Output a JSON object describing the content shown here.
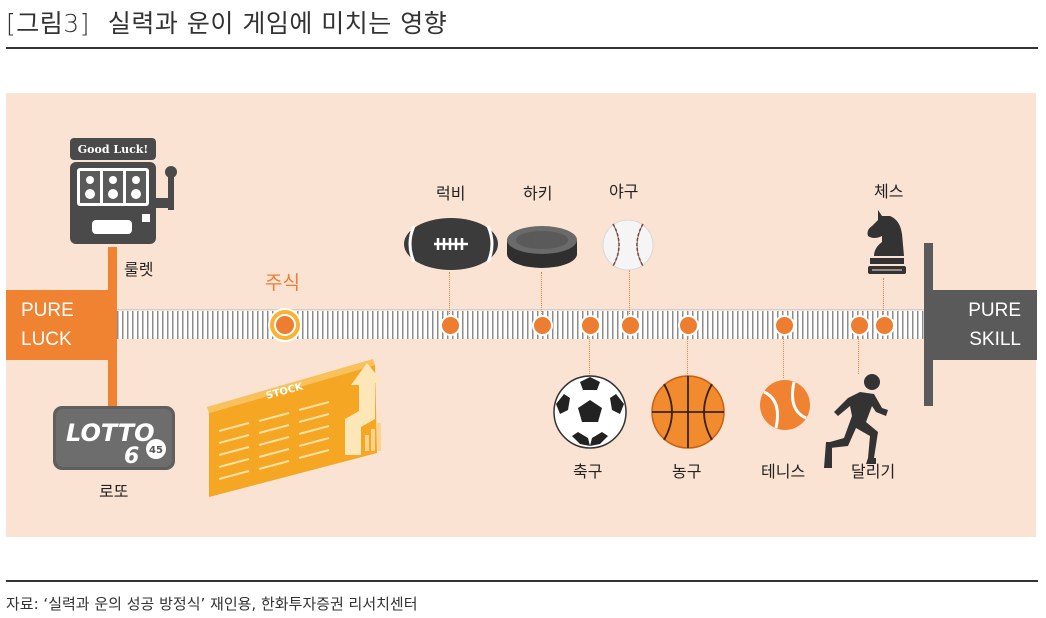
{
  "header": {
    "lead": "[그림3]",
    "title": "실력과 운이 게임에 미치는 영향"
  },
  "left_pole": {
    "line1": "PURE",
    "line2": "LUCK"
  },
  "right_pole": {
    "line1": "PURE",
    "line2": "SKILL"
  },
  "items": {
    "roulette": "룰렛",
    "lotto": "로또",
    "stock": "주식",
    "rugby": "럭비",
    "hockey": "하키",
    "baseball": "야구",
    "chess": "체스",
    "soccer": "축구",
    "basketball": "농구",
    "tennis": "테니스",
    "running": "달리기"
  },
  "icon_text": {
    "slot_sign": "Good Luck!",
    "lotto_word": "LOTTO",
    "lotto_num": "6",
    "lotto_sub": "45",
    "stock_word": "STOCK"
  },
  "footer": {
    "source": "자료: ‘실력과 운의 성공 방정식’ 재인용, 한화투자증권 리서치센터"
  },
  "colors": {
    "accent": "#ed7d31",
    "panel_bg": "#fbe3d4",
    "skill_gray": "#5a5a5a"
  }
}
